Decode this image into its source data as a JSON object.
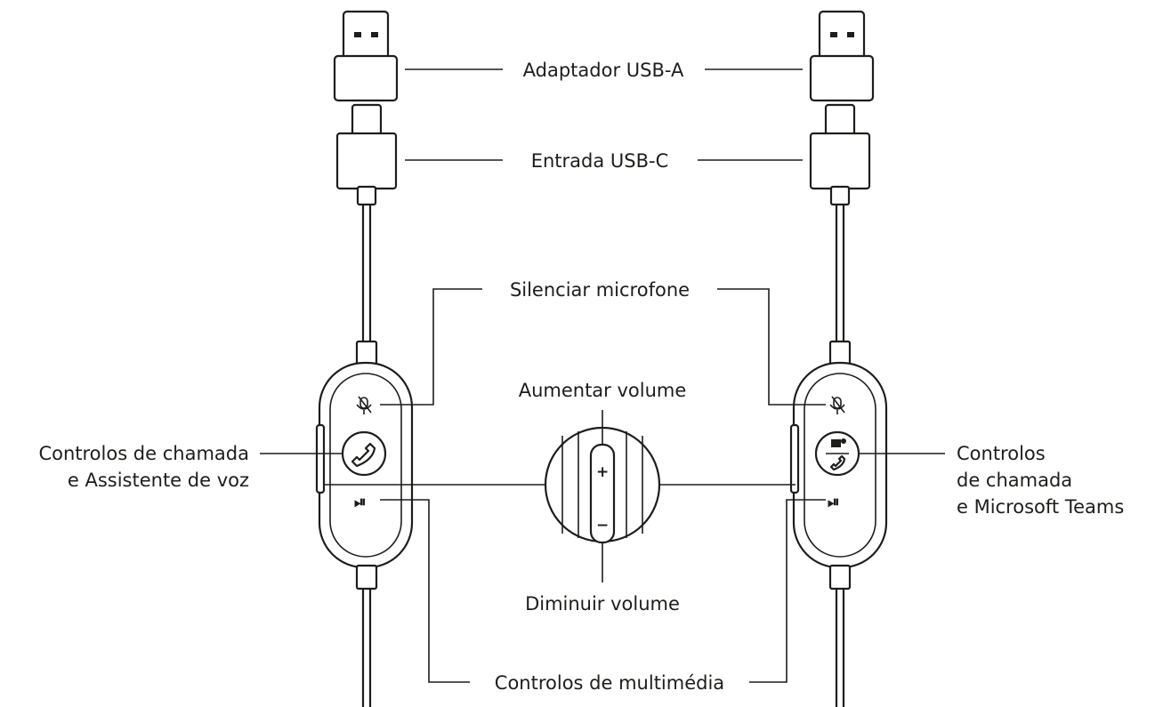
{
  "labels": {
    "usb_a": "Adaptador USB-A",
    "usb_c": "Entrada USB-C",
    "mute": "Silenciar microfone",
    "vol_up": "Aumentar volume",
    "vol_down": "Diminuir volume",
    "call_left_1": "Controlos de chamada",
    "call_left_2": "e Assistente de voz",
    "call_right_1": "Controlos",
    "call_right_2": "de chamada",
    "call_right_3": "e Microsoft Teams",
    "media": "Controlos de multimédia"
  },
  "buttons": {
    "play_pause_glyph": "⏯",
    "plus_glyph": "+",
    "minus_glyph": "−"
  }
}
